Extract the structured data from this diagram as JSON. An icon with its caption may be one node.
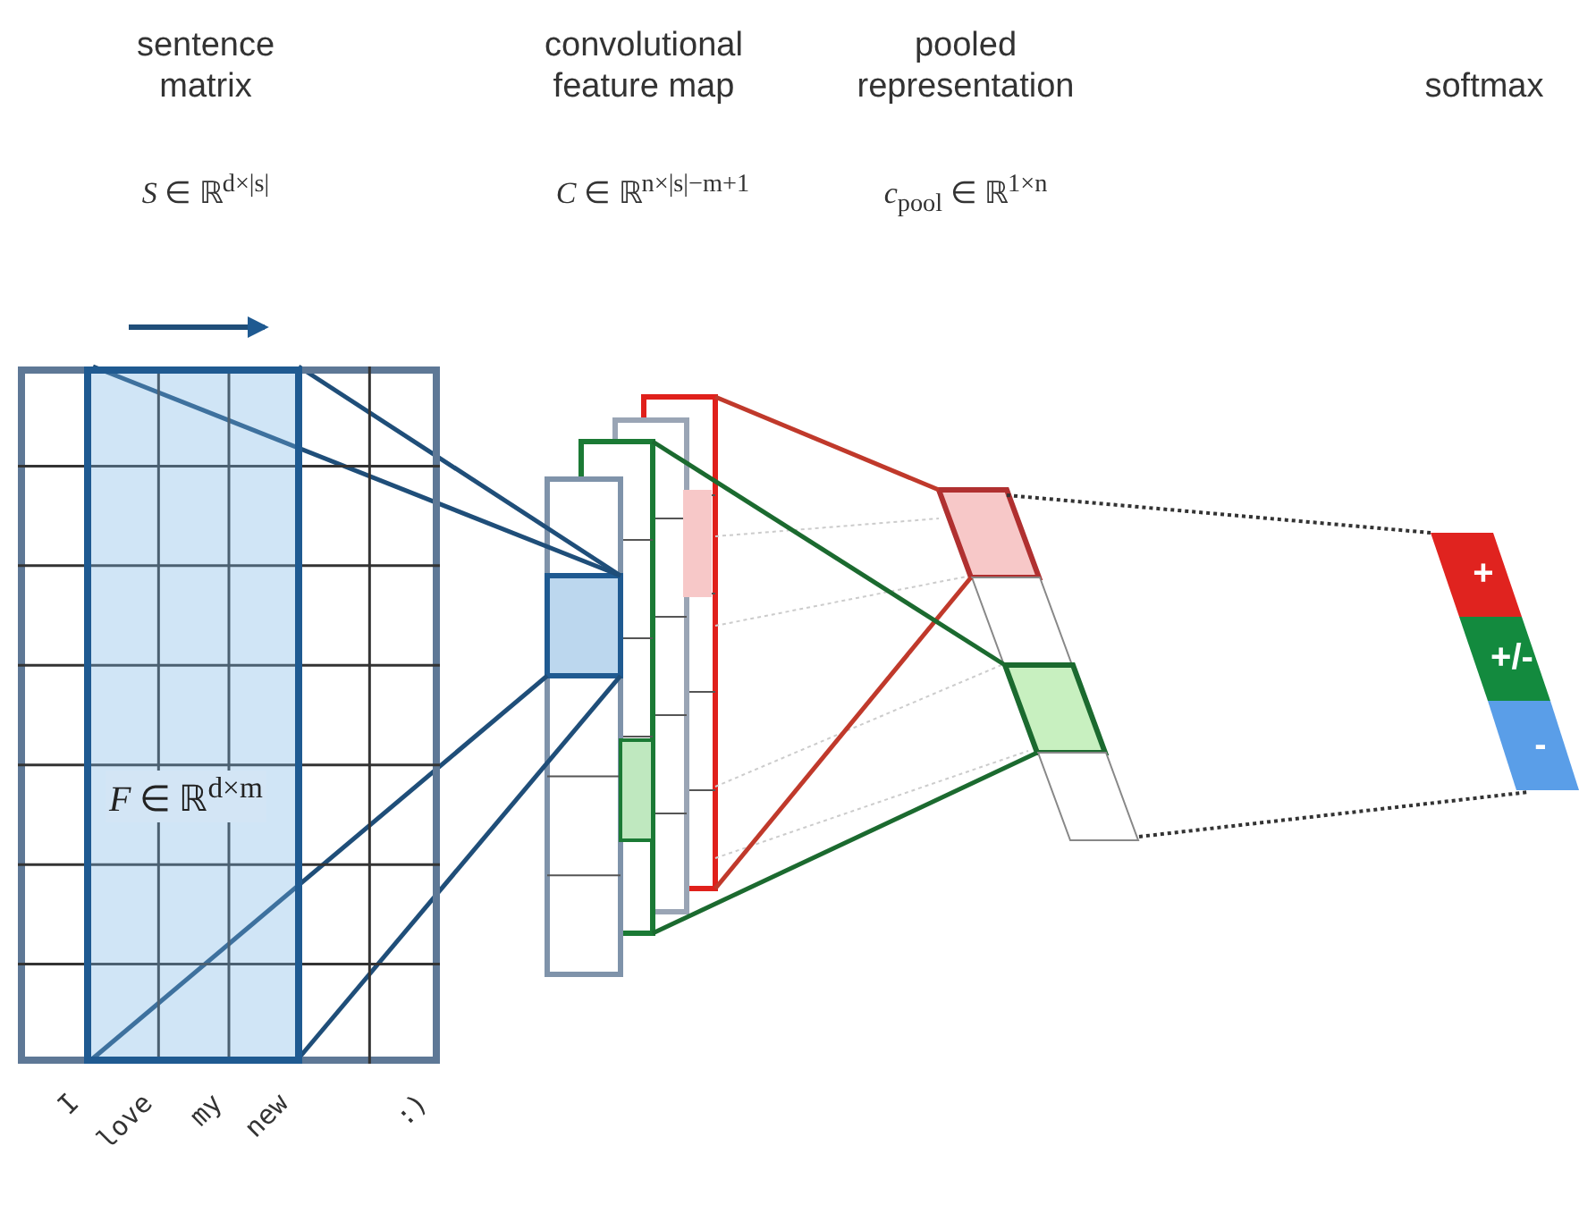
{
  "diagram": {
    "nodes": [
      {
        "text": [],
        "shape": "box"
      },
      {
        "text": [
          "*F* ∈ ℝ$^{d×m}$"
        ],
        "in": 0
      },
      {
        "text": [
          "+"
        ]
      },
      {
        "text": [
          "+/-"
        ]
      },
      {
        "text": [
          "-"
        ]
      }
    ],
    "labels": [
      "sentence matrix",
      "*S* ∈ ℝ$^{d×|s|}$",
      "convolutional feature map",
      "*C* ∈ ℝ$^{n×|s|−m+1}$",
      "pooled representation",
      "*c*$_{pool}$ ∈ ℝ$^{1×n}$",
      "softmax",
      "I",
      "love",
      "my",
      "new",
      ":)"
    ]
  }
}
